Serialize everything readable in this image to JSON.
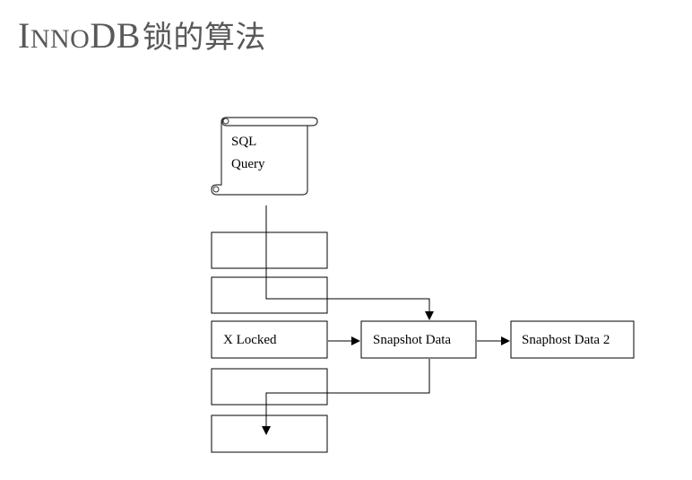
{
  "title": {
    "prefix_big": "I",
    "prefix_small": "NNO",
    "main": "DB",
    "cjk": "锁的算法"
  },
  "diagram": {
    "sql_query": [
      "SQL",
      "Query"
    ],
    "rows": [
      "",
      "",
      "X Locked",
      "",
      ""
    ],
    "snapshot": "Snapshot Data",
    "snapshot2": "Snaphost Data 2"
  }
}
